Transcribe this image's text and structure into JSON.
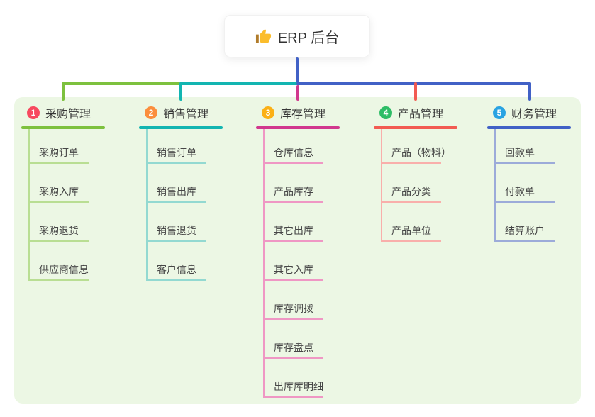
{
  "root": {
    "label": "ERP 后台",
    "icon": "thumbs-up-icon",
    "icon_color": "#fbbd2c",
    "line_color": "#4161c6"
  },
  "colors": {
    "panel_background": "#ecf7e4",
    "canvas_background": "#ffffff",
    "header_text": "#363636",
    "child_text": "#464646"
  },
  "branches": [
    {
      "badge": "1",
      "label": "采购管理",
      "badge_color": "#f7495f",
      "line_color": "#7dc13e",
      "child_line_color": "#b9de93",
      "children": [
        "采购订单",
        "采购入库",
        "采购退货",
        "供应商信息"
      ]
    },
    {
      "badge": "2",
      "label": "销售管理",
      "badge_color": "#fb8e3d",
      "line_color": "#13b5b1",
      "child_line_color": "#93d9d1",
      "children": [
        "销售订单",
        "销售出库",
        "销售退货",
        "客户信息"
      ]
    },
    {
      "badge": "3",
      "label": "库存管理",
      "badge_color": "#fbb016",
      "line_color": "#d1388e",
      "child_line_color": "#ef97c4",
      "children": [
        "仓库信息",
        "产品库存",
        "其它出库",
        "其它入库",
        "库存调拨",
        "库存盘点",
        "出库库明细"
      ]
    },
    {
      "badge": "4",
      "label": "产品管理",
      "badge_color": "#2ebd66",
      "line_color": "#f25b52",
      "child_line_color": "#f9afab",
      "children": [
        "产品（物料）",
        "产品分类",
        "产品单位"
      ]
    },
    {
      "badge": "5",
      "label": "财务管理",
      "badge_color": "#29a3e2",
      "line_color": "#4161c6",
      "child_line_color": "#9cabd9",
      "children": [
        "回款单",
        "付款单",
        "结算账户"
      ]
    }
  ]
}
